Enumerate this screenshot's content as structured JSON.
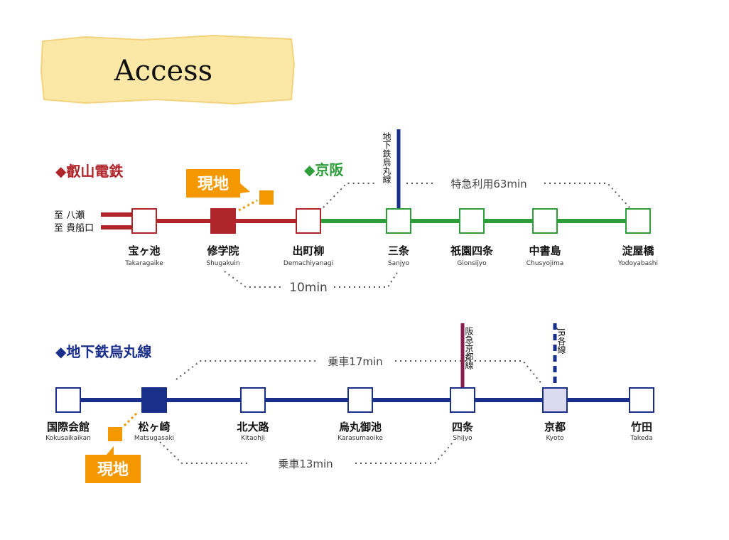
{
  "title": "Access",
  "colors": {
    "eizan": "#b0252a",
    "keihan": "#2e9e3a",
    "karasuma": "#1a2f8a",
    "hankyu": "#8b1d4e",
    "jr": "#1a2f8a",
    "badge": "#f39800",
    "station_fill": "#ffffff",
    "kyoto_fill": "#dcdaf0",
    "title_bg": "#fbe8a6"
  },
  "top": {
    "eizan_label": "◆叡山電鉄",
    "keihan_label": "◆京阪",
    "branch_1": "至 八瀬",
    "branch_2": "至 貴船口",
    "badge": "現地",
    "subway_vertical": "地下鉄烏丸線",
    "express_label": "特急利用63min",
    "local_label": "10min",
    "stations": [
      {
        "name": "宝ヶ池",
        "romaji": "Takaragaike"
      },
      {
        "name": "修学院",
        "romaji": "Shugakuin"
      },
      {
        "name": "出町柳",
        "romaji": "Demachiyanagi"
      },
      {
        "name": "三条",
        "romaji": "Sanjyo"
      },
      {
        "name": "祇園四条",
        "romaji": "Gionsijyo"
      },
      {
        "name": "中書島",
        "romaji": "Chusyojima"
      },
      {
        "name": "淀屋橋",
        "romaji": "Yodoyabashi"
      }
    ]
  },
  "bottom": {
    "line_label": "◆地下鉄烏丸線",
    "badge": "現地",
    "hankyu_vertical": "阪急京都線",
    "jr_vertical": "JR各線",
    "ride_17": "乗車17min",
    "ride_13": "乗車13min",
    "stations": [
      {
        "name": "国際会館",
        "romaji": "Kokusaikaikan"
      },
      {
        "name": "松ヶ崎",
        "romaji": "Matsugasaki"
      },
      {
        "name": "北大路",
        "romaji": "Kitaohji"
      },
      {
        "name": "烏丸御池",
        "romaji": "Karasumaoike"
      },
      {
        "name": "四条",
        "romaji": "Shijyo"
      },
      {
        "name": "京都",
        "romaji": "Kyoto"
      },
      {
        "name": "竹田",
        "romaji": "Takeda"
      }
    ]
  }
}
